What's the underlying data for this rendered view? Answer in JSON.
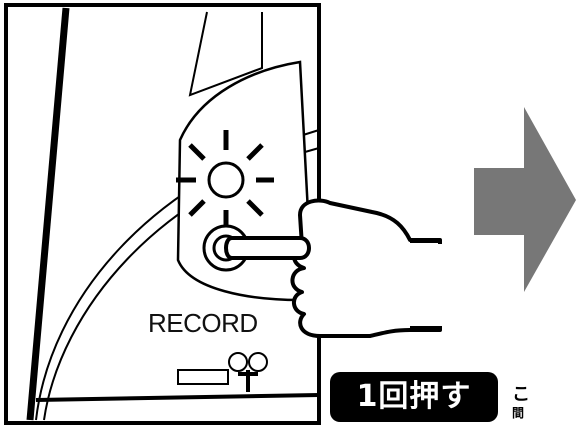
{
  "device": {
    "record_label": "RECORD"
  },
  "instruction": {
    "press_once": "1回押す",
    "caption_fragment": "こ",
    "caption_fragment_line2": "間"
  }
}
